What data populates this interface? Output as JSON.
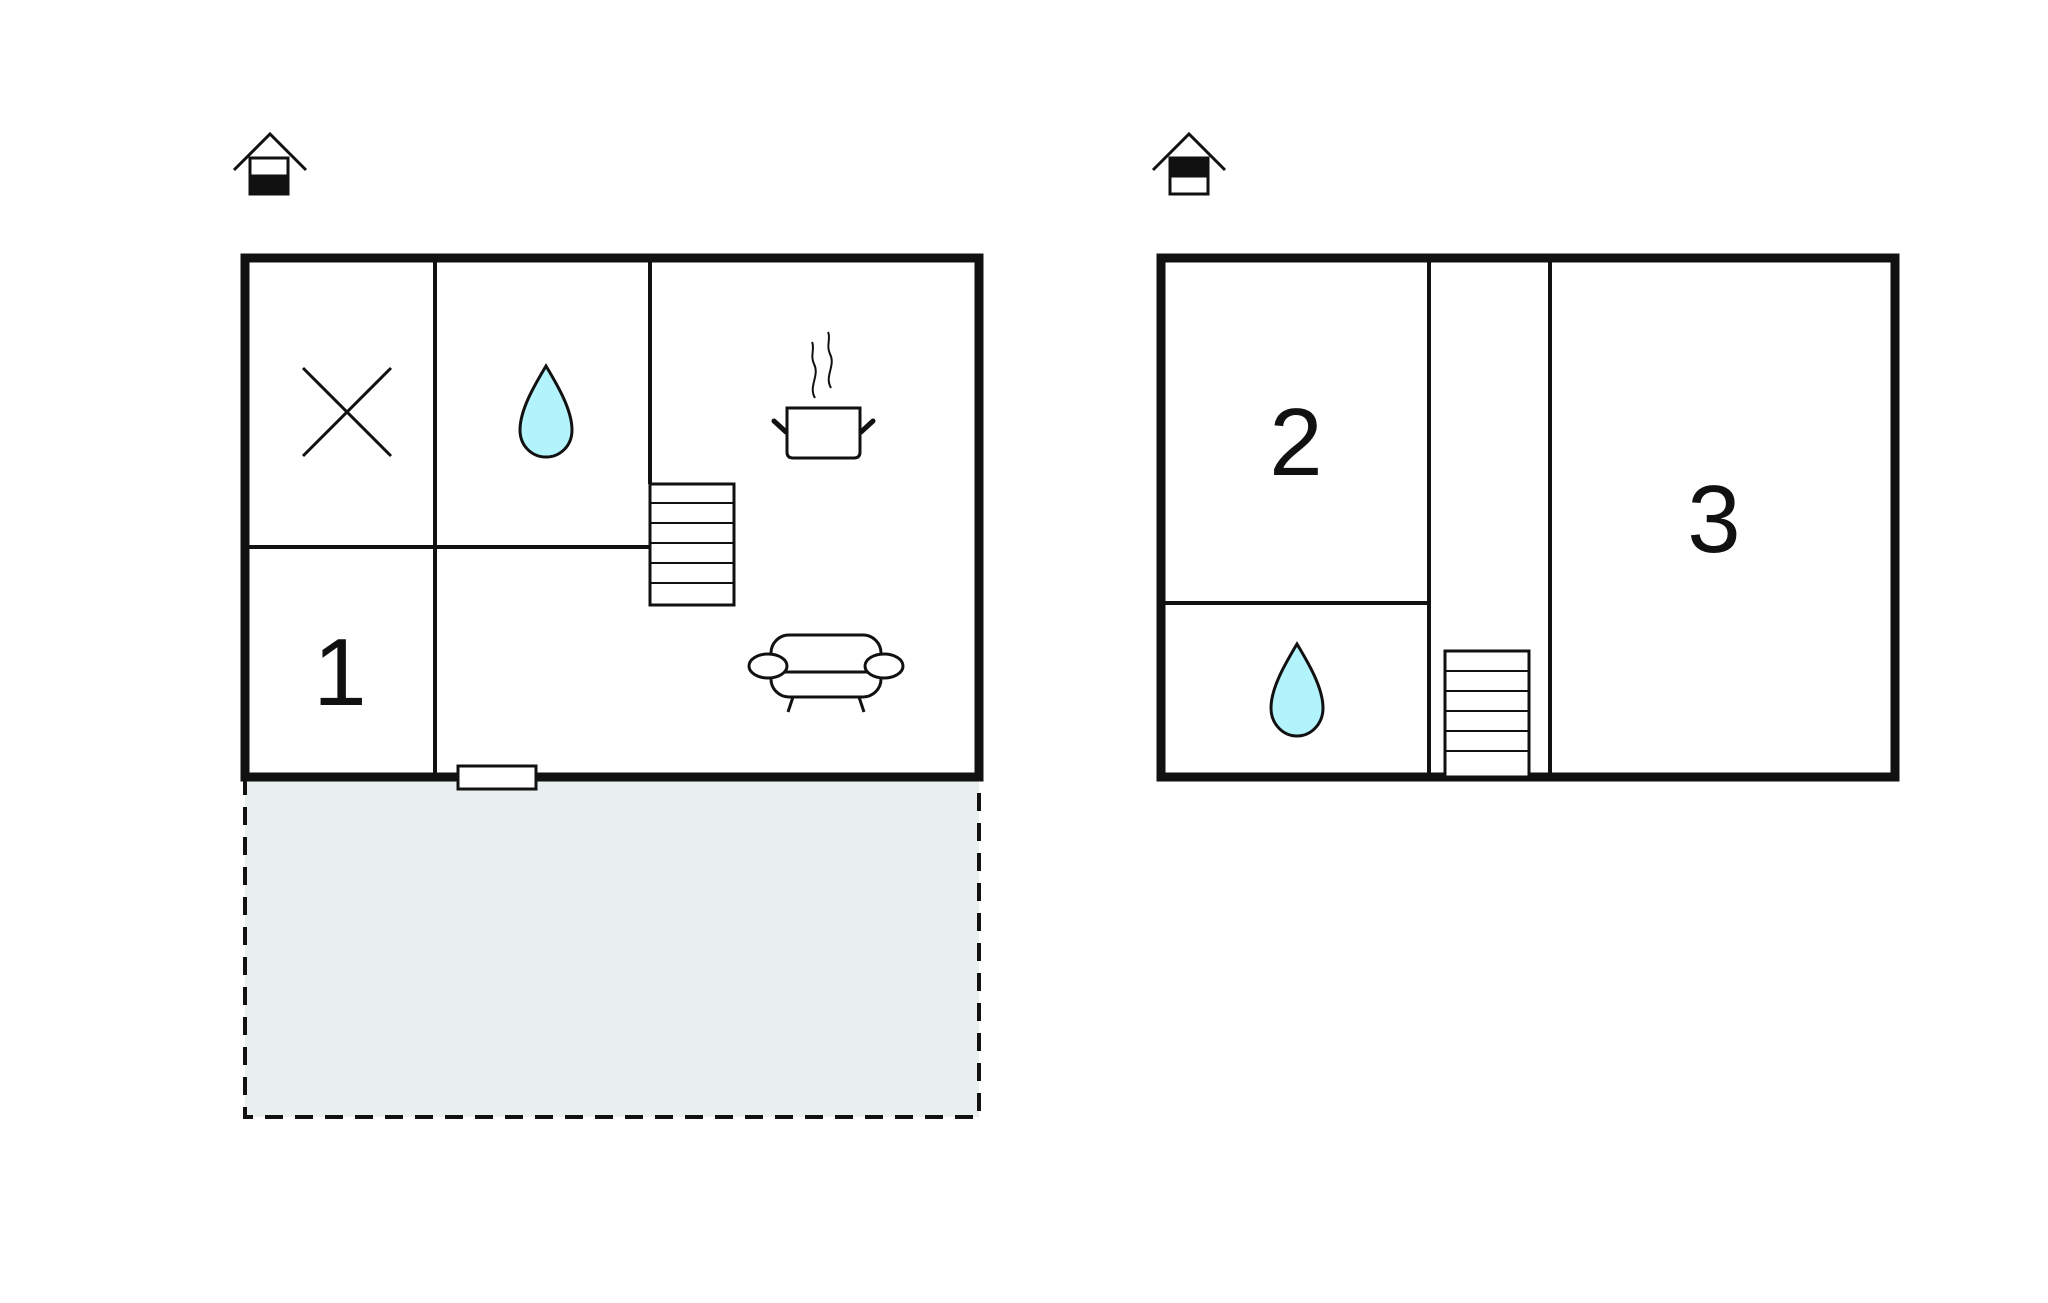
{
  "floors": [
    {
      "id": "ground",
      "icon": "house-ground-floor-icon",
      "rooms": [
        {
          "id": "utility",
          "icon": "cross-icon"
        },
        {
          "id": "bathroom",
          "icon": "water-drop-icon"
        },
        {
          "id": "kitchen",
          "icon": "cooking-pot-icon"
        },
        {
          "id": "bedroom",
          "label": "1"
        },
        {
          "id": "living",
          "icon": "sofa-icon"
        },
        {
          "id": "stairs",
          "icon": "staircase-icon"
        },
        {
          "id": "entrance",
          "icon": "door-icon"
        }
      ],
      "terrace": {
        "icon": "terrace-area"
      }
    },
    {
      "id": "upper",
      "icon": "house-upper-floor-icon",
      "rooms": [
        {
          "id": "bedroom-2",
          "label": "2"
        },
        {
          "id": "bathroom-2",
          "icon": "water-drop-icon"
        },
        {
          "id": "bedroom-3",
          "label": "3"
        },
        {
          "id": "stairs",
          "icon": "staircase-icon"
        }
      ]
    }
  ],
  "colors": {
    "wall": "#111111",
    "water": "#b3f3fb",
    "terrace": "#e8efee",
    "background": "#ffffff"
  }
}
